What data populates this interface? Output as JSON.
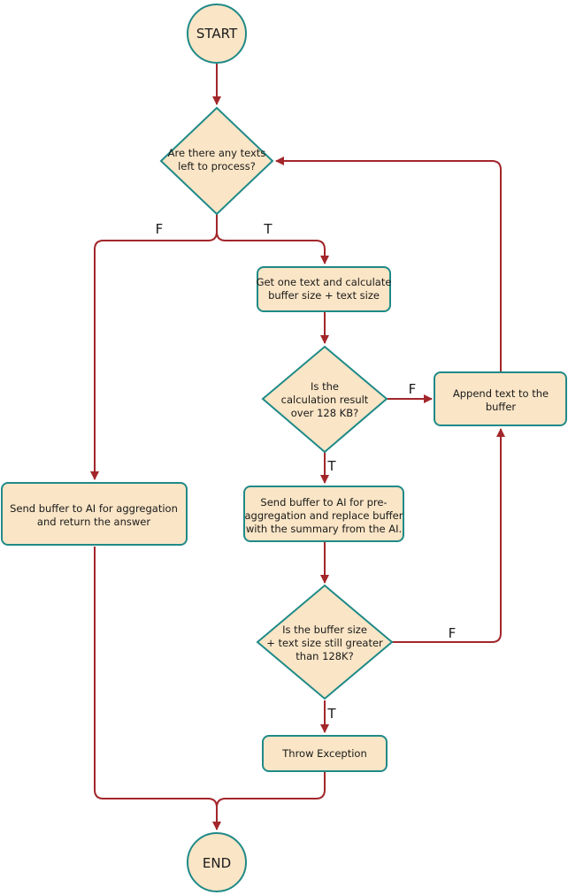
{
  "nodes": {
    "start": {
      "label": "START"
    },
    "decision_texts_left": {
      "lines": [
        "Are there any texts",
        "left to process?"
      ]
    },
    "process_get_text": {
      "lines": [
        "Get one text and calculate",
        "buffer size + text size"
      ]
    },
    "decision_over_128kb": {
      "lines": [
        "Is the",
        "calculation result",
        "over 128 KB?"
      ]
    },
    "process_append": {
      "lines": [
        "Append text to the",
        "buffer"
      ]
    },
    "process_send_aggregation": {
      "lines": [
        "Send buffer to AI for aggregation",
        "and return the answer"
      ]
    },
    "process_pre_aggregation": {
      "lines": [
        "Send buffer to AI for pre-",
        "aggregation and replace buffer",
        "with the summary from the AI."
      ]
    },
    "decision_still_greater": {
      "lines": [
        "Is the buffer size",
        "+ text size still greater",
        "than 128K?"
      ]
    },
    "process_throw": {
      "lines": [
        "Throw Exception"
      ]
    },
    "end": {
      "label": "END"
    }
  },
  "edge_labels": {
    "texts_left_false": "F",
    "texts_left_true": "T",
    "over_128kb_false": "F",
    "over_128kb_true": "T",
    "still_greater_false": "F",
    "still_greater_true": "T"
  },
  "colors": {
    "node_fill": "#fae5c6",
    "node_stroke": "#1f8a87",
    "edge": "#a3262a"
  }
}
